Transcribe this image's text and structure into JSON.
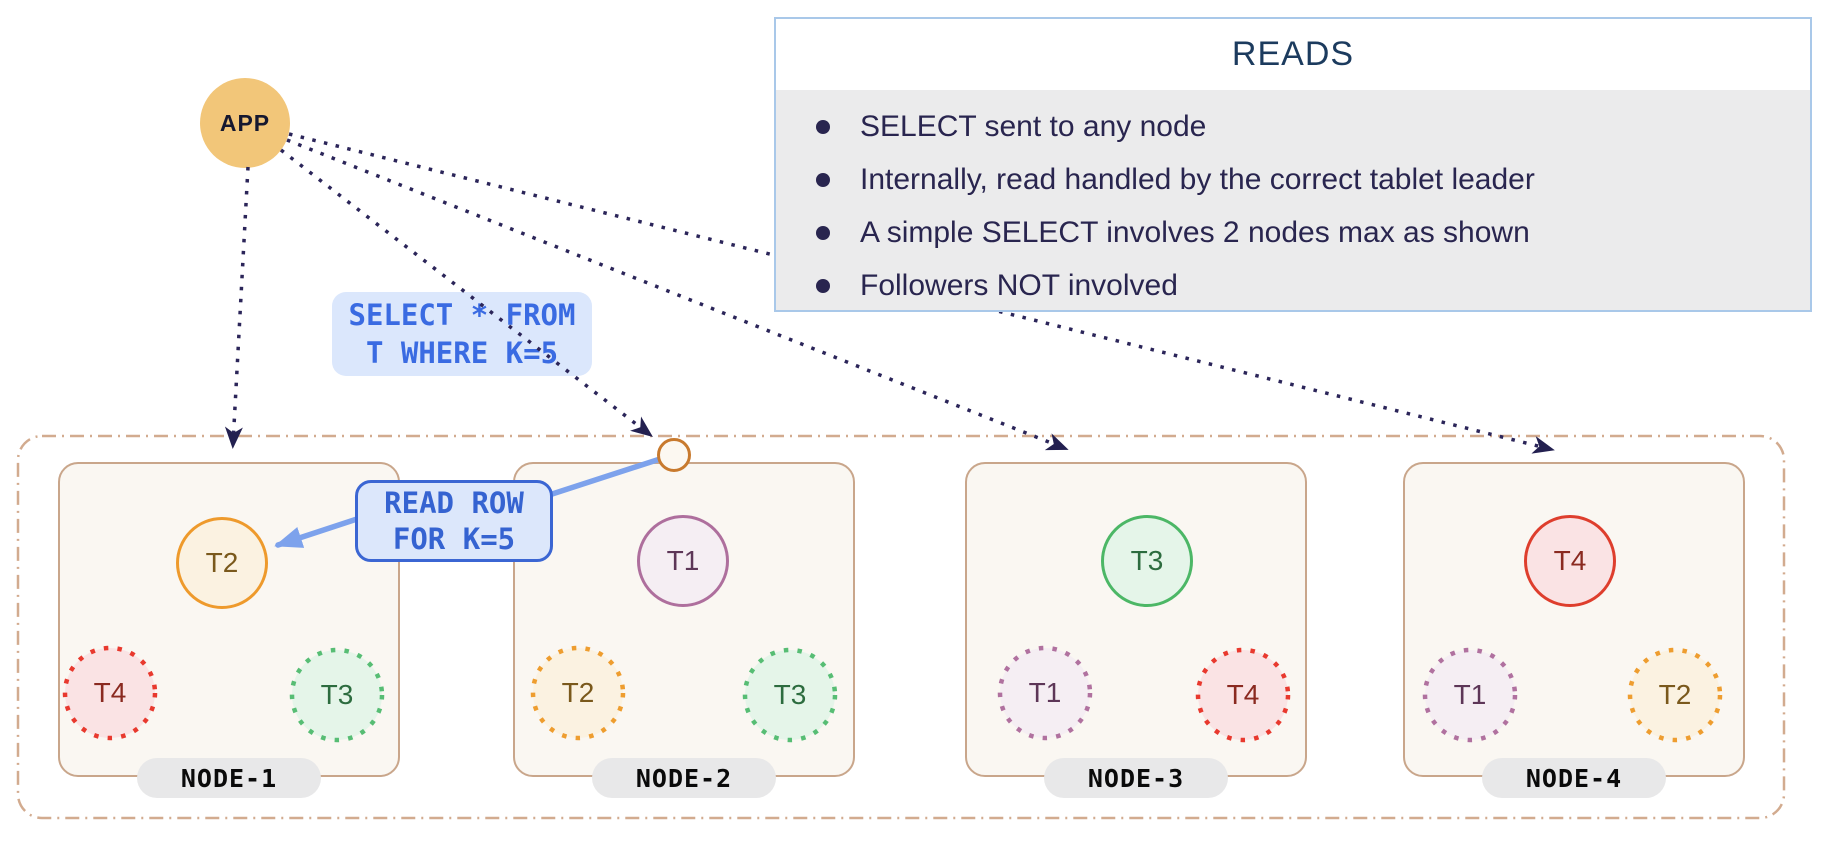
{
  "app": {
    "label": "APP"
  },
  "reads_panel": {
    "title": "READS",
    "bullets": [
      "SELECT sent to any node",
      "Internally, read handled by the correct tablet leader",
      "A simple SELECT involves 2 nodes max as shown",
      "Followers NOT involved"
    ]
  },
  "query_label": {
    "line1": "SELECT * FROM",
    "line2": "T WHERE K=5"
  },
  "read_row_label": {
    "line1": "READ ROW",
    "line2": "FOR K=5"
  },
  "nodes": [
    {
      "name": "NODE-1",
      "leader": "T2",
      "followers": [
        "T4",
        "T3"
      ]
    },
    {
      "name": "NODE-2",
      "leader": "T1",
      "followers": [
        "T2",
        "T3"
      ]
    },
    {
      "name": "NODE-3",
      "leader": "T3",
      "followers": [
        "T1",
        "T4"
      ]
    },
    {
      "name": "NODE-4",
      "leader": "T4",
      "followers": [
        "T1",
        "T2"
      ]
    }
  ],
  "colors": {
    "app_fill": "#F2C679",
    "dotted_arrow": "#2B2559",
    "blue_arrow": "#7DA2EC",
    "query_text_blue": "#3A6BE2",
    "panel_border": "#A9C8E9",
    "panel_body_bg": "#EBEBEC",
    "panel_text": "#29254F",
    "node_border": "#C9A68B",
    "node_bg": "#FAF7F2",
    "container_border": "#D2AB8F",
    "tablet_t1": "#AE6F9D",
    "tablet_t2": "#EE9A2C",
    "tablet_t3": "#4CB766",
    "tablet_t4": "#DE3E2D"
  }
}
